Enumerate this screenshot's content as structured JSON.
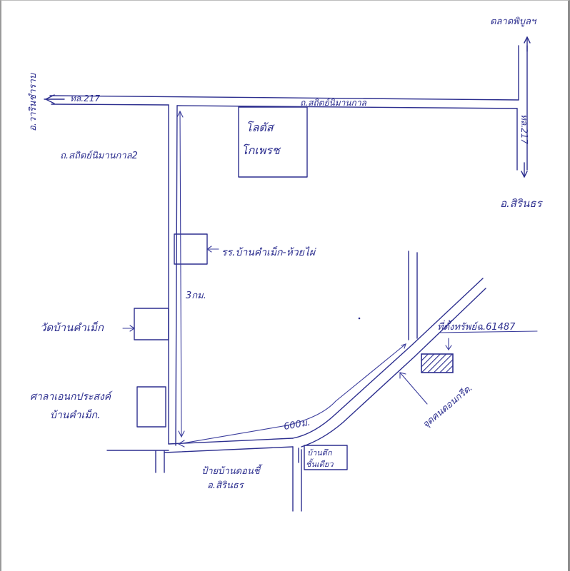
{
  "map": {
    "ink_color": "#2d2f8f",
    "labels": {
      "market": "ตลาดพิบูลฯ",
      "north_road": "ทล.217",
      "sathit_road_top": "ถ.สถิตย์นิมานกาล",
      "sathit_road_left": "ถ.สถิตย์นิมานกาล2",
      "to_warin": "อ.วารินชำราบ",
      "east_road": "ทล.217",
      "to_sirindhorn_top": "อ.สิรินธร",
      "lotus_line1": "โลตัส",
      "lotus_line2": "โกเพรช",
      "school": "รร.บ้านคำเม็ก-ห้วยไผ่",
      "distance_3km": "3กม.",
      "temple": "วัดบ้านคำเม็ก",
      "health_line1": "ศาลาเอนกประสงค์",
      "health_line2": "บ้านคำเม็ก.",
      "distance_600m": "600ม.",
      "bus_stop_line1": "ป้ายบ้านดอนชี้",
      "bus_stop_line2": "อ.สิรินธร",
      "house_line1": "บ้านตึก",
      "house_line2": "ชั้นเดียว",
      "property": "ที่ตั้งทรัพย์ฉ.61487",
      "land_marker": "จุดคนดอนกรีต."
    }
  }
}
